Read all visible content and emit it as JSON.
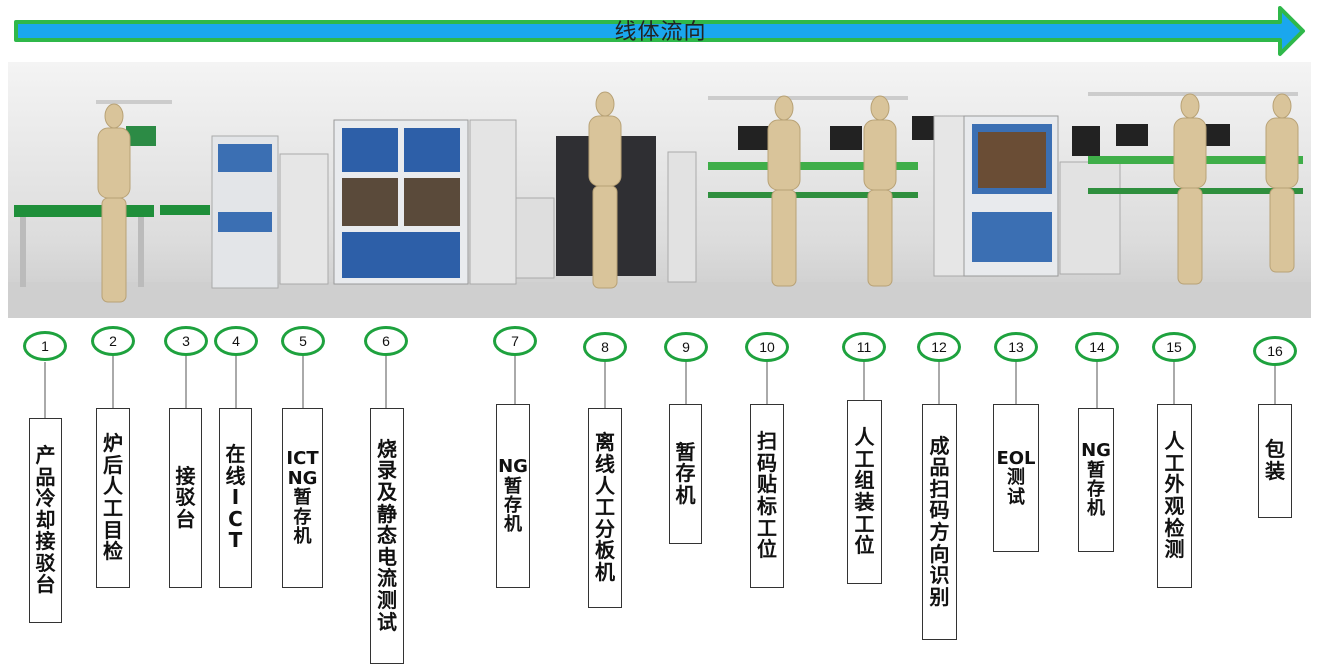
{
  "flow": {
    "title": "线体流向",
    "arrow_color": "#19a9ef",
    "arrow_border": "#2fb84a"
  },
  "stations": [
    {
      "num": "1",
      "label": [
        "产",
        "品",
        "冷",
        "却",
        "接",
        "驳",
        "台"
      ]
    },
    {
      "num": "2",
      "label": [
        "炉",
        "后",
        "人",
        "工",
        "目",
        "检"
      ]
    },
    {
      "num": "3",
      "label": [
        "接",
        "驳",
        "台"
      ]
    },
    {
      "num": "4",
      "label": [
        "在",
        "线",
        "I",
        "C",
        "T"
      ]
    },
    {
      "num": "5",
      "label": [
        "ICT",
        "NG",
        "暂",
        "存",
        "机"
      ]
    },
    {
      "num": "6",
      "label": [
        "烧",
        "录",
        "及",
        "静",
        "态",
        "电",
        "流",
        "测",
        "试"
      ]
    },
    {
      "num": "7",
      "label": [
        "NG",
        "暂",
        "存",
        "机"
      ]
    },
    {
      "num": "8",
      "label": [
        "离",
        "线",
        "人",
        "工",
        "分",
        "板",
        "机"
      ]
    },
    {
      "num": "9",
      "label": [
        "暂",
        "存",
        "机"
      ]
    },
    {
      "num": "10",
      "label": [
        "扫",
        "码",
        "贴",
        "标",
        "工",
        "位"
      ]
    },
    {
      "num": "11",
      "label": [
        "人",
        "工",
        "组",
        "装",
        "工",
        "位"
      ]
    },
    {
      "num": "12",
      "label": [
        "成",
        "品",
        "扫",
        "码",
        "方",
        "向",
        "识",
        "别"
      ]
    },
    {
      "num": "13",
      "label": [
        "EOL",
        "测",
        "试"
      ]
    },
    {
      "num": "14",
      "label": [
        "NG",
        "暂",
        "存",
        "机"
      ]
    },
    {
      "num": "15",
      "label": [
        "人",
        "工",
        "外",
        "观",
        "检",
        "测"
      ]
    },
    {
      "num": "16",
      "label": [
        "包",
        "装"
      ]
    }
  ]
}
